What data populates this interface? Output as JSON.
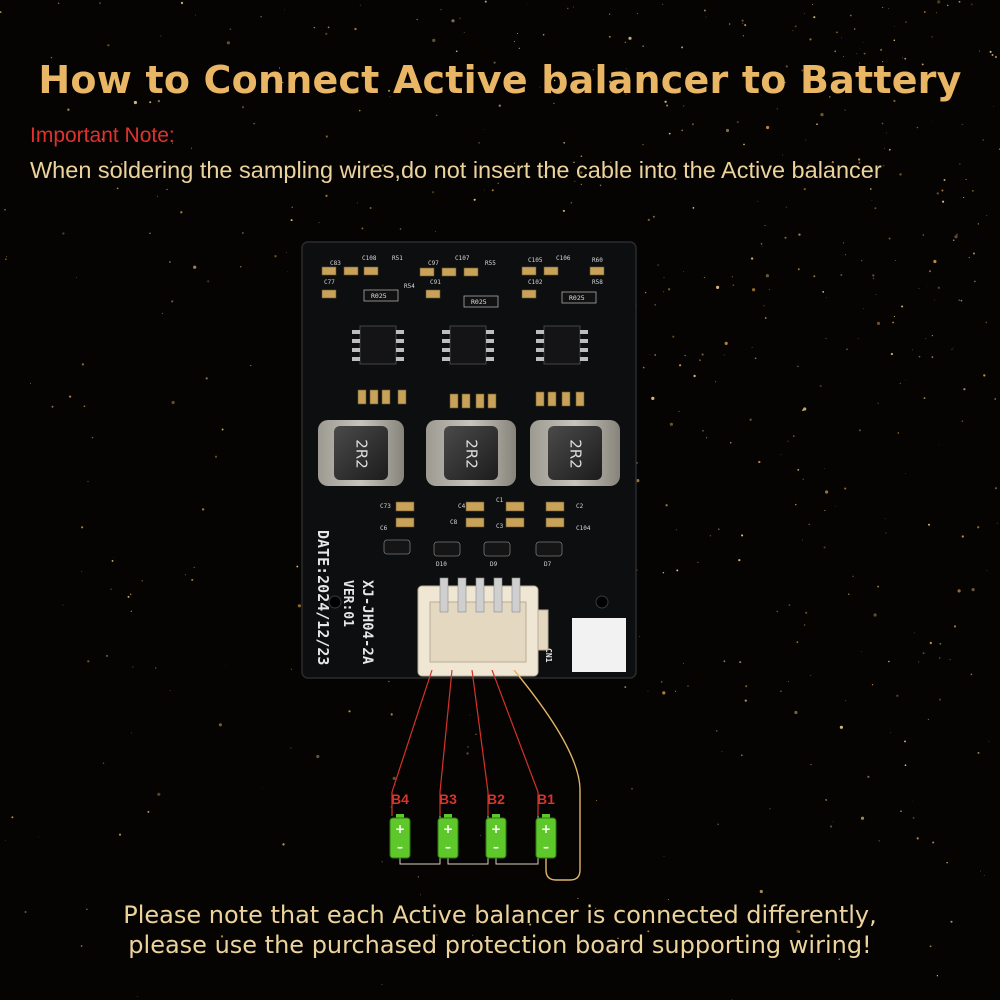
{
  "title": "How to Connect Active balancer to Battery",
  "note": {
    "label": "Important Note:",
    "text": "When soldering the sampling wires,do not insert the cable into the Active balancer"
  },
  "board": {
    "model": "XJ-JH04-2A",
    "version": "VER:01",
    "date": "DATE:2024/12/23",
    "connector_label": "CN1",
    "inductor_label": "2R2",
    "resistor_label": "R025",
    "silk_top": [
      "C83",
      "C108",
      "R51",
      "C97",
      "C107",
      "R55",
      "C105",
      "C106",
      "R60"
    ],
    "silk_mid": [
      "C77",
      "R54",
      "C91",
      "C102",
      "R58"
    ],
    "silk_low": [
      "C4",
      "C1",
      "C2",
      "C8",
      "C3",
      "C104",
      "C73",
      "C6",
      "D10",
      "D9",
      "D7"
    ]
  },
  "cells": [
    {
      "label": "B4"
    },
    {
      "label": "B3"
    },
    {
      "label": "B2"
    },
    {
      "label": "B1"
    }
  ],
  "footer": {
    "line1": "Please note that each Active balancer is connected differently,",
    "line2": "please use the purchased protection board supporting wiring!"
  },
  "colors": {
    "accent_gold": "#e9b665",
    "note_red": "#e0322c",
    "text_cream": "#ecd39b",
    "pcb_black": "#0d0e10",
    "battery_green": "#5ec82a",
    "wire_red": "#d4322a",
    "label_red": "#d8332c"
  }
}
